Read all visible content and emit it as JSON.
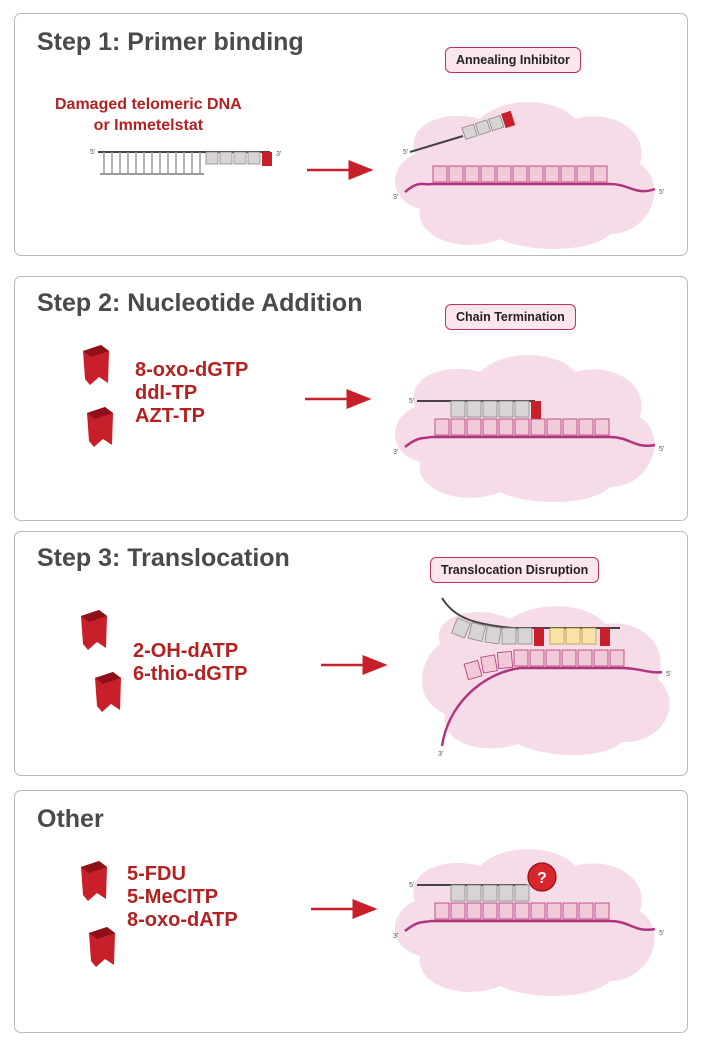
{
  "panels": [
    {
      "title": "Step 1: Primer binding",
      "mechanism": "Annealing Inhibitor",
      "agents": [
        "Damaged telomeric DNA",
        "or Immetelstat"
      ]
    },
    {
      "title": "Step 2: Nucleotide Addition",
      "mechanism": "Chain Termination",
      "agents": [
        "8-oxo-dGTP",
        "ddI-TP",
        "AZT-TP"
      ]
    },
    {
      "title": "Step 3: Translocation",
      "mechanism": "Translocation Disruption",
      "agents": [
        "2-OH-dATP",
        "6-thio-dGTP"
      ]
    },
    {
      "title": "Other",
      "mechanism": "",
      "agents": [
        "5-FDU",
        "5-MeCITP",
        "8-oxo-dATP"
      ]
    }
  ],
  "strand_labels": {
    "five_prime": "5'",
    "three_prime": "3'"
  },
  "unknown_marker": "?",
  "colors": {
    "accent_red": "#c8202a",
    "title_grey": "#4a4a4a",
    "template_magenta": "#b0347c",
    "cloud_pink": "#f6dbe8",
    "border_grey": "#b9b9b9"
  }
}
